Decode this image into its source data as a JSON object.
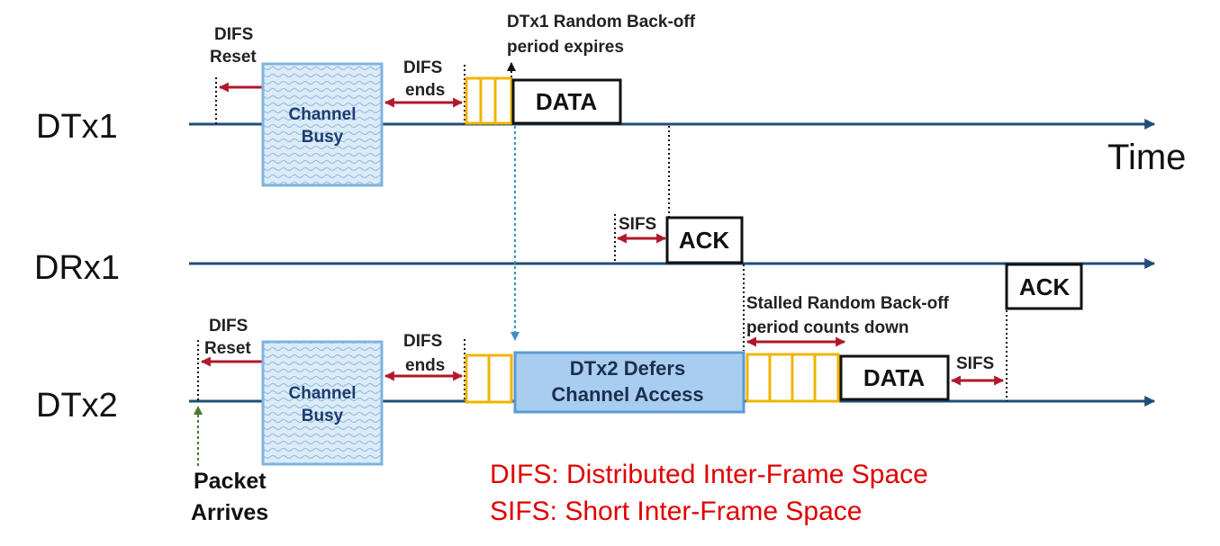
{
  "lanes": {
    "dtx1": "DTx1",
    "drx1": "DRx1",
    "dtx2": "DTx2",
    "time": "Time"
  },
  "dtx1": {
    "difs_reset_1": "DIFS",
    "difs_reset_2": "Reset",
    "busy_1": "Channel",
    "busy_2": "Busy",
    "difs_ends_1": "DIFS",
    "difs_ends_2": "ends",
    "backoff_note_1": "DTx1 Random Back-off",
    "backoff_note_2": "period expires",
    "data": "DATA"
  },
  "drx1": {
    "sifs": "SIFS",
    "ack": "ACK"
  },
  "dtx2": {
    "difs_reset_1": "DIFS",
    "difs_reset_2": "Reset",
    "busy_1": "Channel",
    "busy_2": "Busy",
    "difs_ends_1": "DIFS",
    "difs_ends_2": "ends",
    "defer_1": "DTx2 Defers",
    "defer_2": "Channel Access",
    "stalled_1": "Stalled Random Back-off",
    "stalled_2": "period counts down",
    "data": "DATA",
    "sifs": "SIFS",
    "ack": "ACK",
    "packet_1": "Packet",
    "packet_2": "Arrives"
  },
  "legend": {
    "difs": "DIFS: Distributed Inter-Frame Space",
    "sifs": "SIFS: Short Inter-Frame Space"
  },
  "colors": {
    "timeline": "#1f4e79",
    "arrow_red": "#b0192a",
    "slot_border": "#f0b400",
    "busy_fill": "#d7e8f7",
    "busy_border": "#7fb3e0",
    "defer_fill": "#a9cdf0",
    "defer_border": "#5b9bd5",
    "legend_red": "#e00000",
    "packet_arrow": "#4a7a2a",
    "sync_arrow": "#3c8fd0"
  }
}
